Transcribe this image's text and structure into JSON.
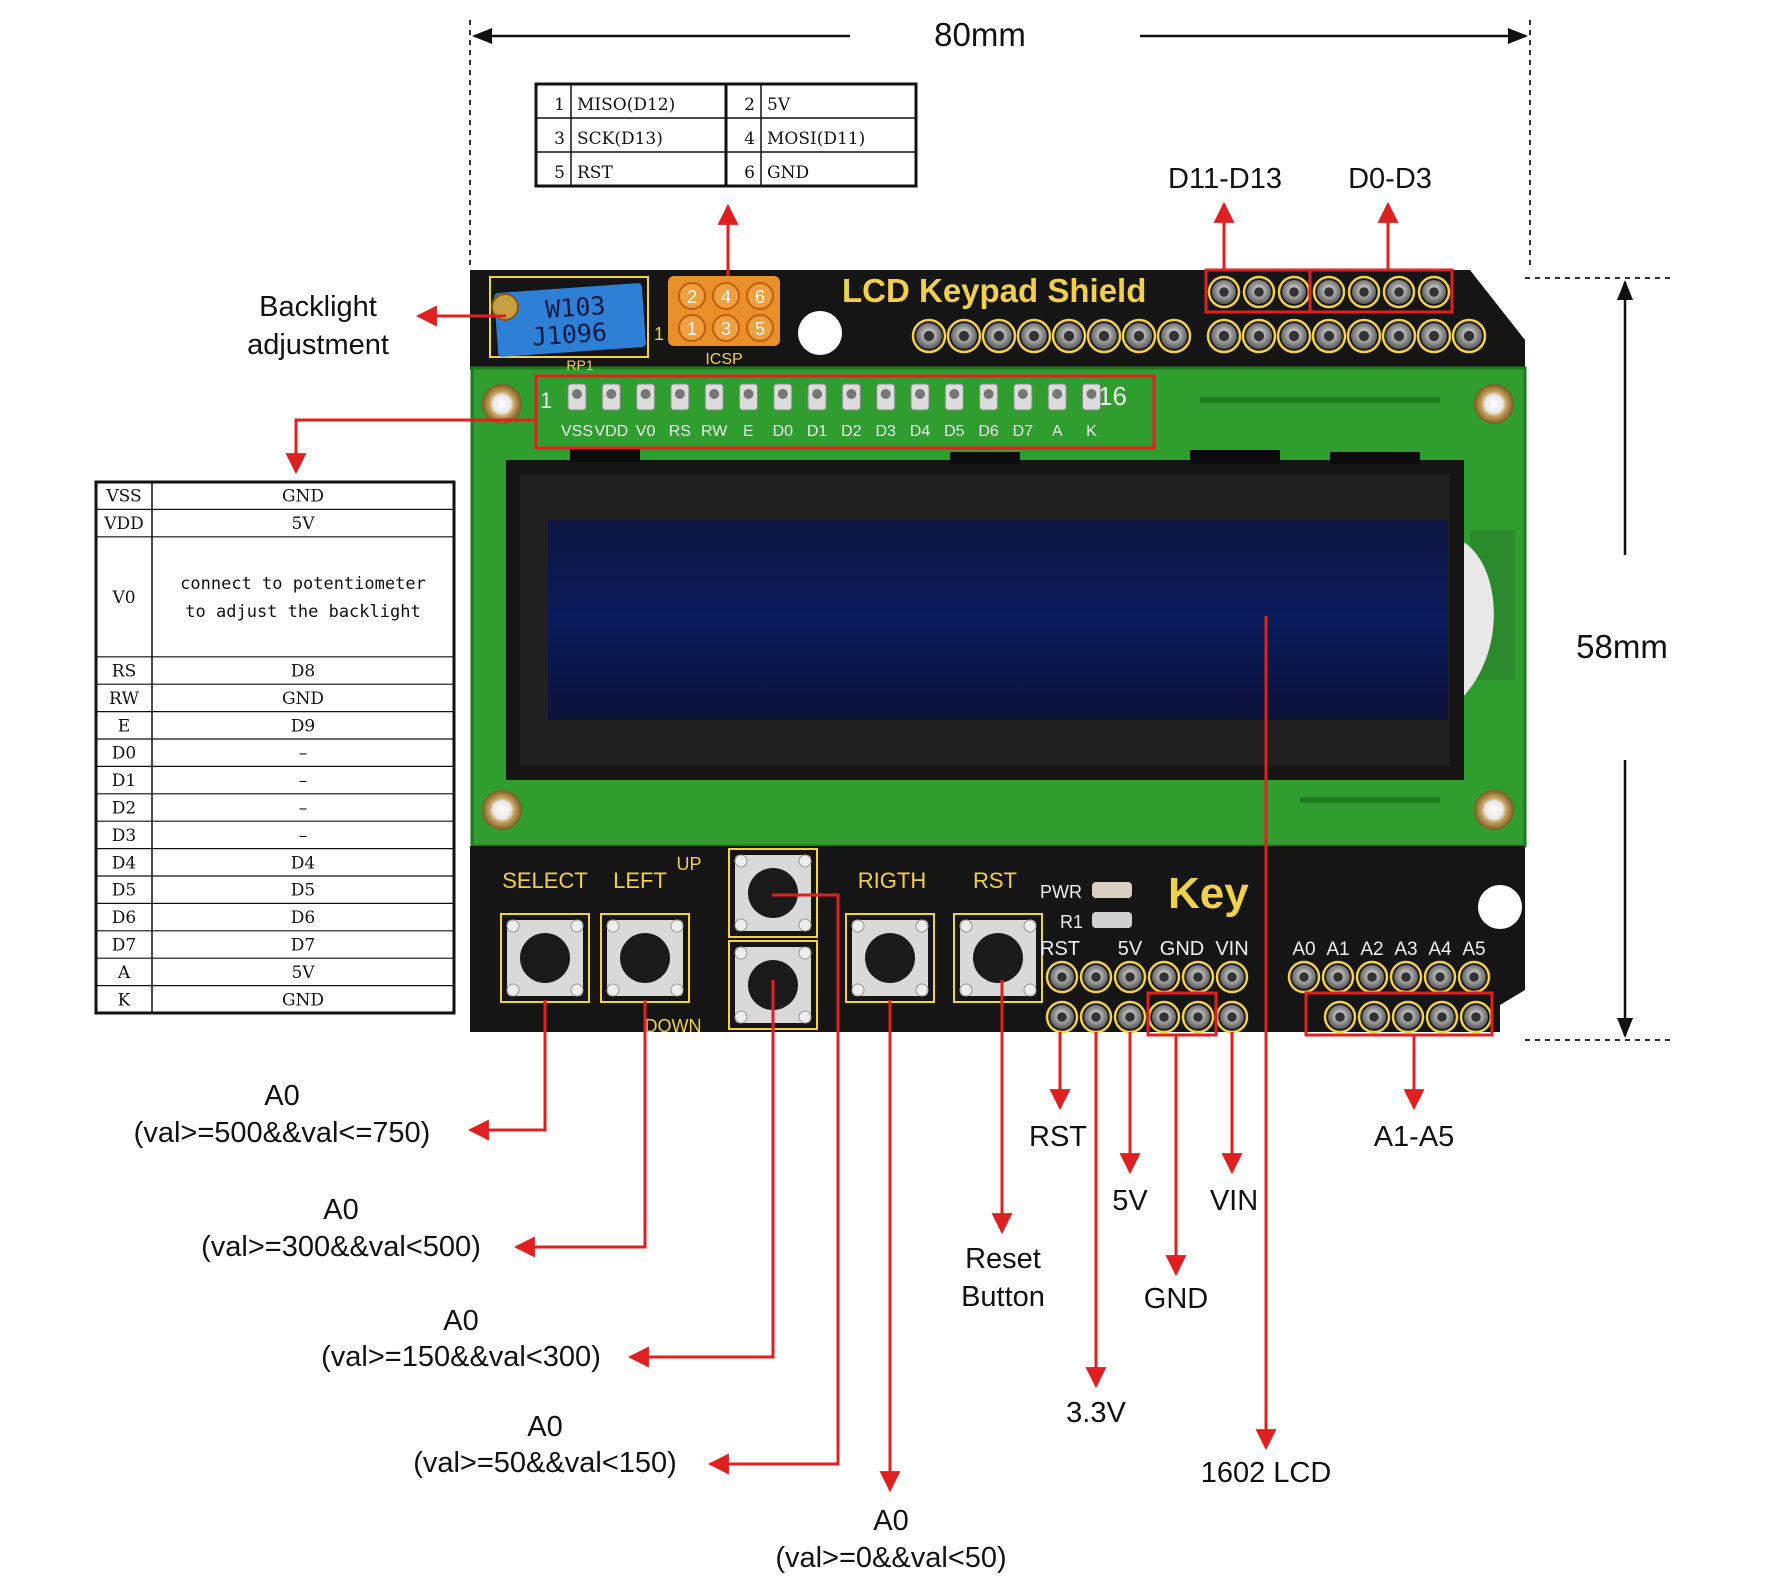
{
  "dimensions": {
    "width_label": "80mm",
    "height_label": "58mm"
  },
  "board": {
    "title": "LCD Keypad Shield",
    "bottom_brand": "Key",
    "pot_text_1": "W103",
    "pot_text_2": "J1096",
    "pot_pin_1": "1",
    "pot_ref": "RP1",
    "icsp_label": "ICSP",
    "icsp_pins_top": [
      "2",
      "4",
      "6"
    ],
    "icsp_pins_bottom": [
      "1",
      "3",
      "5"
    ],
    "lcd_pin_start": "1",
    "lcd_pin_end": "16",
    "lcd_pin_labels": [
      "VSS",
      "VDD",
      "V0",
      "RS",
      "RW",
      "E",
      "D0",
      "D1",
      "D2",
      "D3",
      "D4",
      "D5",
      "D6",
      "D7",
      "A",
      "K"
    ],
    "button_labels": {
      "select": "SELECT",
      "left": "LEFT",
      "up": "UP",
      "down": "DOWN",
      "right": "RIGTH",
      "rst": "RST"
    },
    "pwr_label": "PWR",
    "r1_label": "R1",
    "power_header_labels": [
      "RST",
      "5V",
      "GND",
      "VIN"
    ],
    "analog_header_labels": [
      "A0",
      "A1",
      "A2",
      "A3",
      "A4",
      "A5"
    ]
  },
  "icsp_table": {
    "rows": [
      {
        "n1": "1",
        "l1": "MISO(D12)",
        "n2": "2",
        "l2": "5V"
      },
      {
        "n1": "3",
        "l1": "SCK(D13)",
        "n2": "4",
        "l2": "MOSI(D11)"
      },
      {
        "n1": "5",
        "l1": "RST",
        "n2": "6",
        "l2": "GND"
      }
    ]
  },
  "lcd_pin_table": {
    "rows": [
      {
        "pin": "VSS",
        "conn": "GND"
      },
      {
        "pin": "VDD",
        "conn": "5V"
      },
      {
        "pin": "V0",
        "conn": "connect to potentiometer",
        "conn2": "to adjust the backlight"
      },
      {
        "pin": "RS",
        "conn": "D8"
      },
      {
        "pin": "RW",
        "conn": "GND"
      },
      {
        "pin": "E",
        "conn": "D9"
      },
      {
        "pin": "D0",
        "conn": "–"
      },
      {
        "pin": "D1",
        "conn": "–"
      },
      {
        "pin": "D2",
        "conn": "–"
      },
      {
        "pin": "D3",
        "conn": "–"
      },
      {
        "pin": "D4",
        "conn": "D4"
      },
      {
        "pin": "D5",
        "conn": "D5"
      },
      {
        "pin": "D6",
        "conn": "D6"
      },
      {
        "pin": "D7",
        "conn": "D7"
      },
      {
        "pin": "A",
        "conn": "5V"
      },
      {
        "pin": "K",
        "conn": "GND"
      }
    ]
  },
  "callouts": {
    "backlight_1": "Backlight",
    "backlight_2": "adjustment",
    "d11_d13": "D11-D13",
    "d0_d3": "D0-D3",
    "a0": "A0",
    "select_range": "(val>=500&&val<=750)",
    "left_range": "(val>=300&&val<500)",
    "down_range": "(val>=150&&val<300)",
    "up_range": "(val>=50&&val<150)",
    "right_range": "(val>=0&&val<50)",
    "reset_1": "Reset",
    "reset_2": "Button",
    "rst": "RST",
    "v5": "5V",
    "vin": "VIN",
    "gnd": "GND",
    "v33": "3.3V",
    "lcd": "1602 LCD",
    "a1_a5": "A1-A5"
  }
}
